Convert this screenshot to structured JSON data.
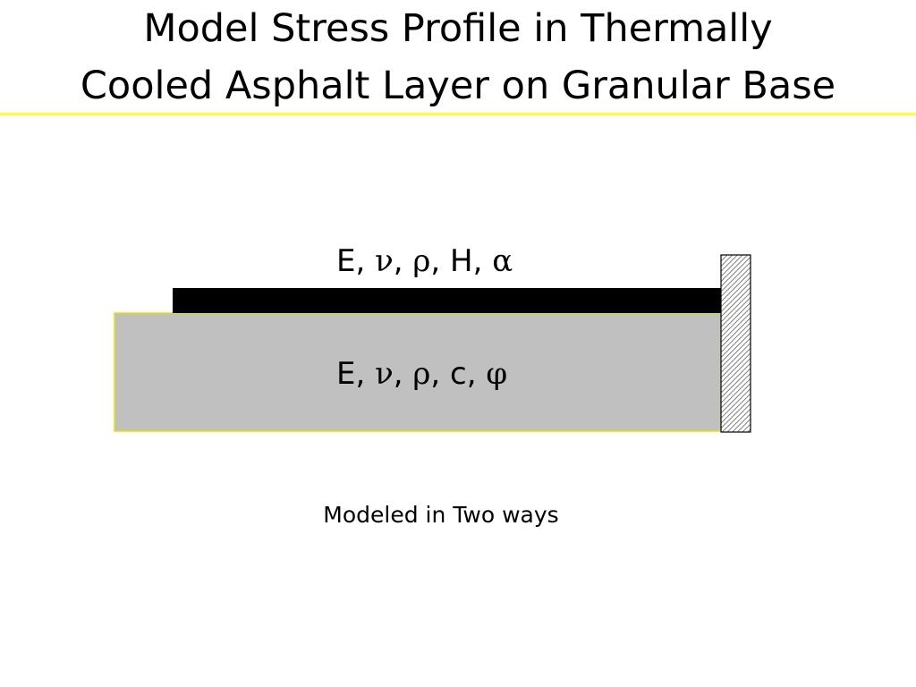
{
  "slide": {
    "title_line_1": "Model Stress Profile in Thermally",
    "title_line_2": "Cooled Asphalt Layer on Granular Base",
    "caption": "Modeled in Two ways"
  },
  "asphalt_layer": {
    "label": [
      "E",
      ", ",
      "ν",
      ", ",
      "ρ",
      ", H, ",
      "α"
    ],
    "color": "#000000"
  },
  "granular_base": {
    "label": [
      "E",
      ", ",
      "ν",
      ", ",
      "ρ",
      ", c, ",
      "φ"
    ],
    "color": "#c0c0c0",
    "border_color": "#e8e000"
  },
  "end_restraint": {
    "fill_color": "#ffffff",
    "hatch_color": "#606060",
    "border_color": "#000000"
  },
  "colors": {
    "title_rule": "#ffff33",
    "background": "#ffffff"
  }
}
